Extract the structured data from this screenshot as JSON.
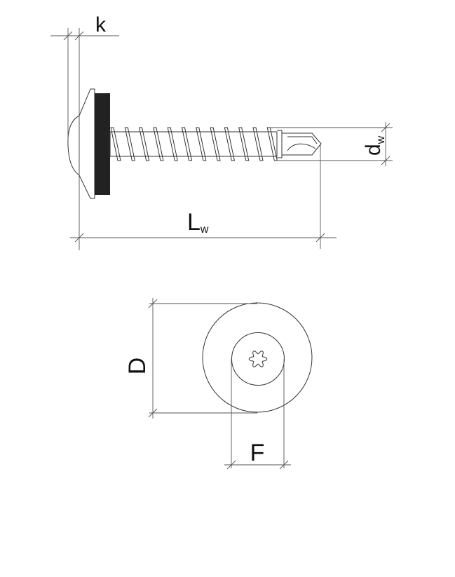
{
  "labels": {
    "k": "k",
    "dw_main": "d",
    "dw_sub": "w",
    "lw_main": "L",
    "lw_sub": "w",
    "D": "D",
    "F": "F"
  },
  "colors": {
    "line": "#333333",
    "washer_seal": "#222222"
  }
}
